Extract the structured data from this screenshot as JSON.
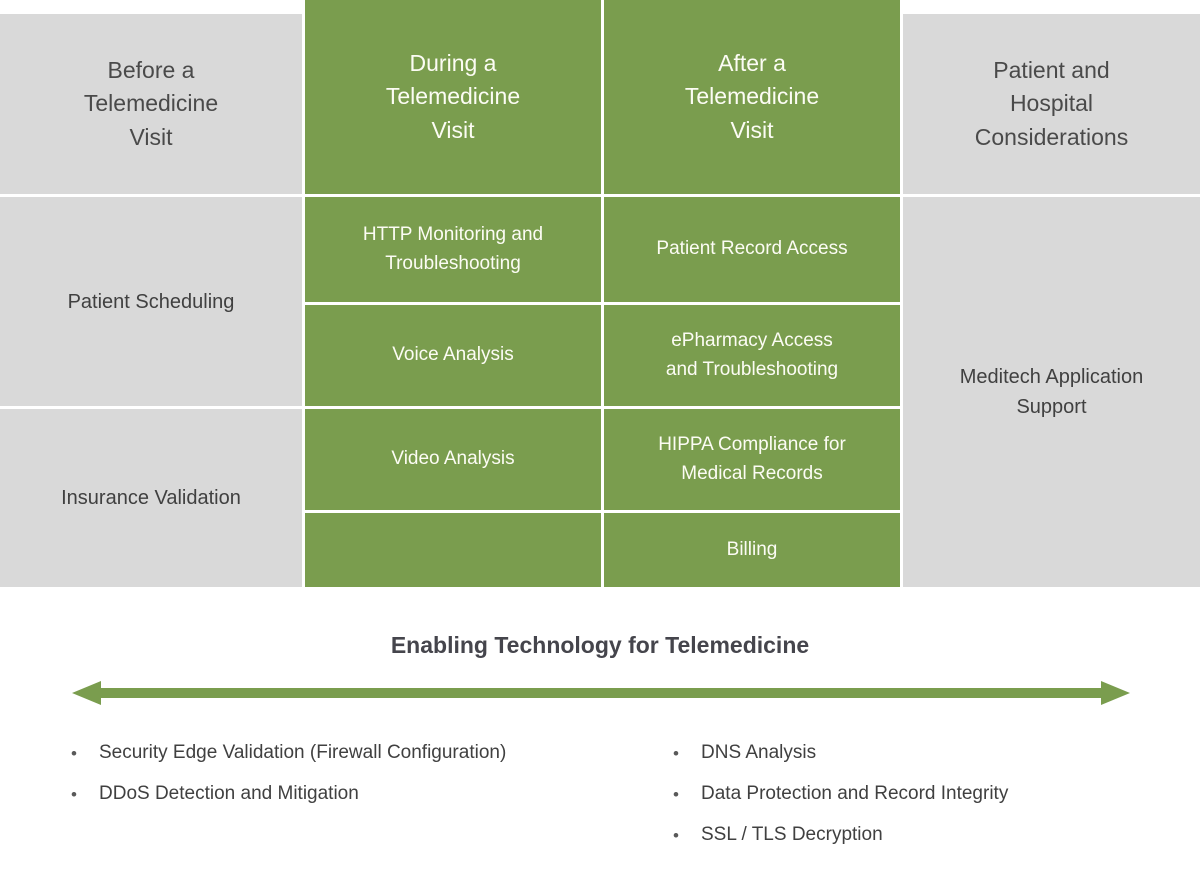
{
  "colors": {
    "green": "#7a9d4e",
    "gray": "#d9d9d9",
    "text_dark": "#404040",
    "cell_text_light": "#fcfcf4"
  },
  "table": {
    "headers": {
      "before": "Before a\nTelemedicine\nVisit",
      "during": "During a\nTelemedicine\nVisit",
      "after": "After a\nTelemedicine\nVisit",
      "considerations": "Patient and\nHospital\nConsiderations"
    },
    "before_items": [
      "Patient Scheduling",
      "Insurance Validation"
    ],
    "during_items": [
      "HTTP Monitoring and\nTroubleshooting",
      "Voice Analysis",
      "Video Analysis",
      ""
    ],
    "after_items": [
      "Patient Record Access",
      "ePharmacy Access\nand Troubleshooting",
      "HIPPA Compliance for\nMedical Records",
      "Billing"
    ],
    "considerations_items": [
      "Meditech Application\nSupport"
    ]
  },
  "bottom": {
    "title": "Enabling Technology for Telemedicine",
    "left_bullets": [
      "Security Edge Validation (Firewall Configuration)",
      "DDoS Detection and Mitigation"
    ],
    "right_bullets": [
      "DNS Analysis",
      "Data Protection and Record Integrity",
      "SSL / TLS Decryption"
    ]
  }
}
